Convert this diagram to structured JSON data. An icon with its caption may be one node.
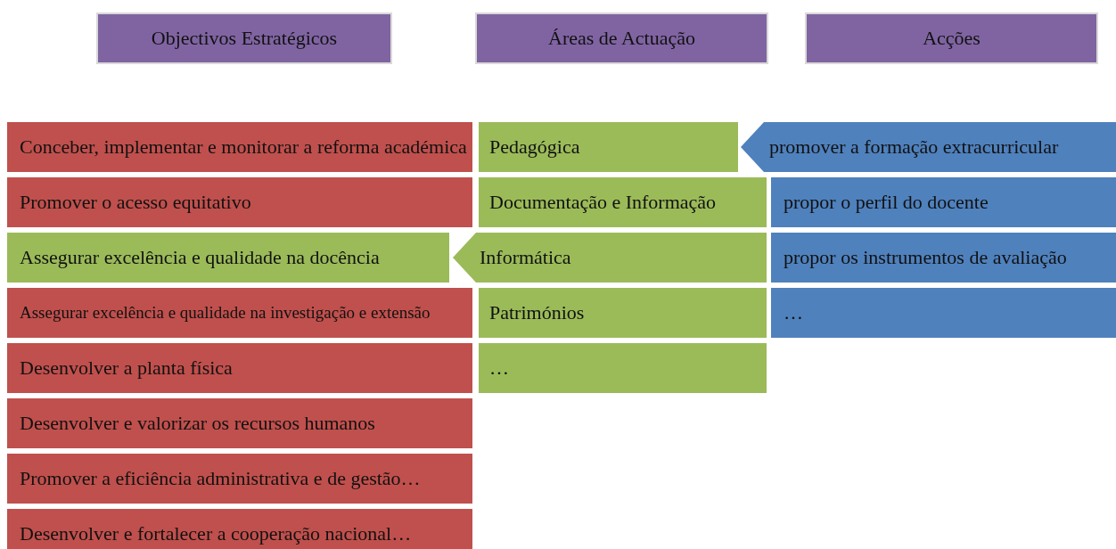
{
  "diagram": {
    "nodes": [
      {
        "text": [
          "Objectivos Estratégicos"
        ]
      },
      {
        "text": [
          "Áreas de Actuação"
        ]
      },
      {
        "text": [
          "Acções"
        ]
      },
      {
        "text": [
          "Conceber, implementar e monitorar a reforma académica"
        ]
      },
      {
        "text": [
          "Promover o acesso equitativo"
        ]
      },
      {
        "text": [
          "Assegurar excelência e qualidade na docência"
        ]
      },
      {
        "text": [
          "Assegurar excelência e qualidade na investigação e extensão"
        ]
      },
      {
        "text": [
          "Desenvolver a planta física"
        ]
      },
      {
        "text": [
          "Desenvolver e valorizar os recursos humanos"
        ]
      },
      {
        "text": [
          "Promover a eficiência administrativa e de gestão…"
        ]
      },
      {
        "text": [
          "Desenvolver e fortalecer a cooperação nacional…"
        ]
      },
      {
        "text": [
          "Pedagógica"
        ]
      },
      {
        "text": [
          "Documentação e Informação"
        ]
      },
      {
        "text": [
          "Informática"
        ]
      },
      {
        "text": [
          "Patrimónios"
        ]
      },
      {
        "text": [
          "…"
        ]
      },
      {
        "text": [
          "promover a formação extracurricular"
        ]
      },
      {
        "text": [
          "propor o perfil do docente"
        ]
      },
      {
        "text": [
          "propor os instrumentos de avaliação"
        ]
      },
      {
        "text": [
          "…"
        ]
      }
    ]
  }
}
